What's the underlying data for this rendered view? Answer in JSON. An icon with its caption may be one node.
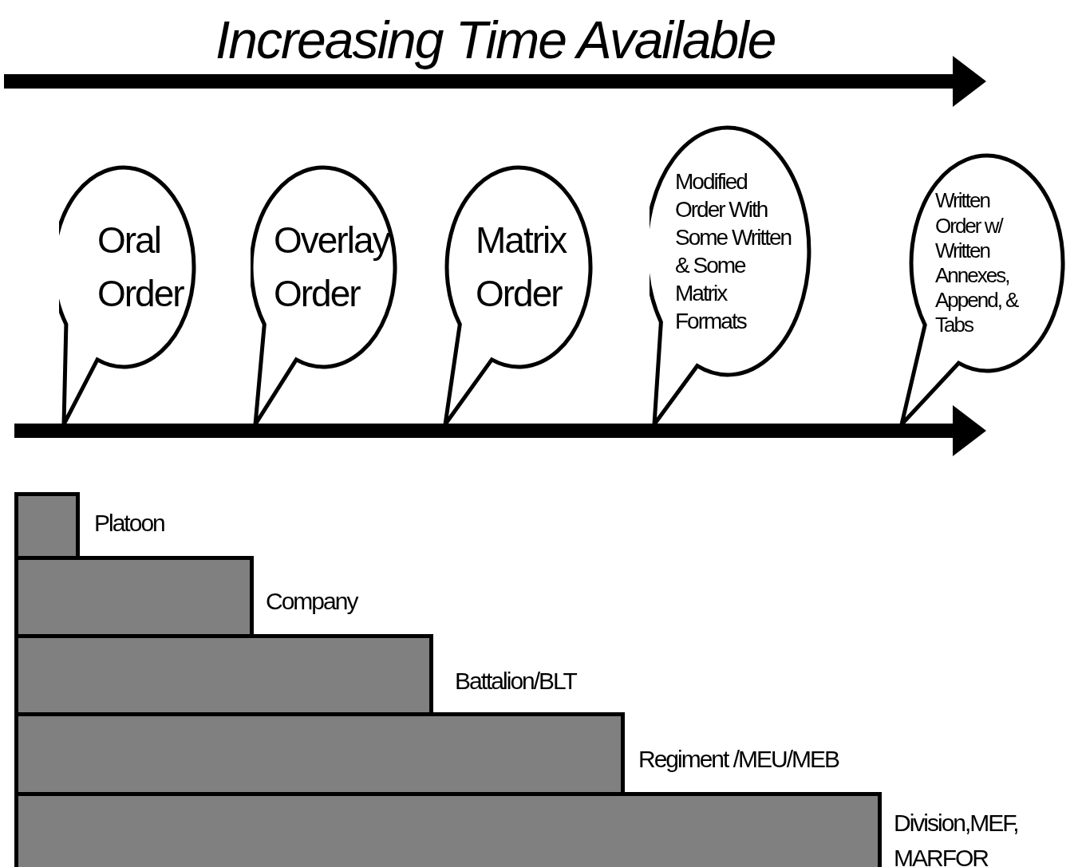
{
  "diagram": {
    "title": "Increasing Time Available",
    "nodes": [
      {
        "text": [
          "Oral Order"
        ]
      },
      {
        "text": [
          "Overlay Order"
        ]
      },
      {
        "text": [
          "Matrix Order"
        ]
      },
      {
        "text": [
          "Modified Order With Some Written & Some Matrix Formats"
        ]
      },
      {
        "text": [
          "Written Order w/ Written Annexes, Append, & Tabs"
        ]
      },
      {
        "text": [],
        "shape": "bar",
        "beside": [
          "Platoon"
        ]
      },
      {
        "text": [],
        "shape": "bar",
        "beside": [
          "Company"
        ]
      },
      {
        "text": [],
        "shape": "bar",
        "beside": [
          "Battalion/BLT"
        ]
      },
      {
        "text": [],
        "shape": "bar",
        "beside": [
          "Regiment /MEU/MEB"
        ]
      },
      {
        "text": [],
        "shape": "bar",
        "beside": [
          "Division,MEF, MARFOR"
        ]
      }
    ],
    "edges": []
  }
}
